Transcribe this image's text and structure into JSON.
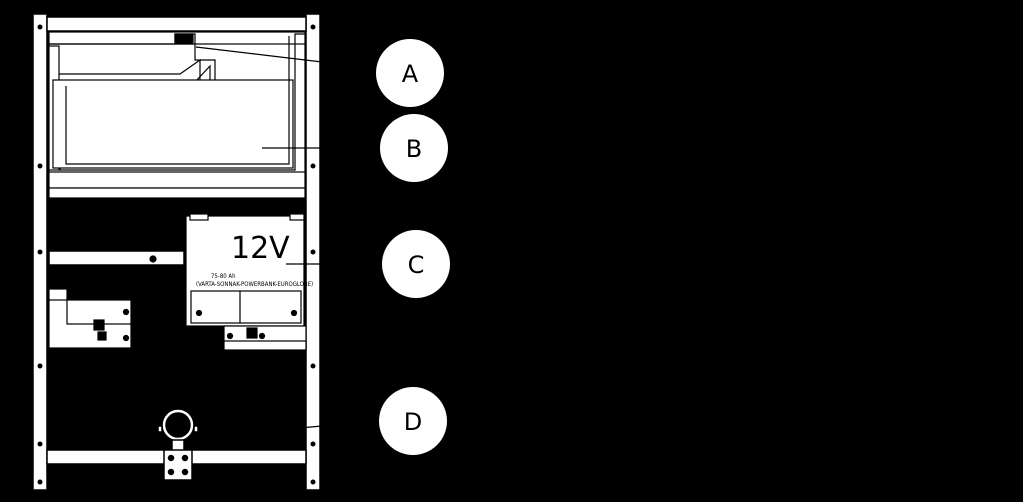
{
  "diagram": {
    "callouts": [
      {
        "id": "A",
        "label": "A"
      },
      {
        "id": "B",
        "label": "B"
      },
      {
        "id": "C",
        "label": "C"
      },
      {
        "id": "D",
        "label": "D"
      }
    ],
    "battery": {
      "voltage": "12V",
      "capacity": "75-80 Ah",
      "brands": "(VARTA-SONNAK-POWERBANK-EUROGLOBE)"
    },
    "colors": {
      "background": "#000000",
      "frame": "#ffffff",
      "stroke": "#000000"
    }
  }
}
